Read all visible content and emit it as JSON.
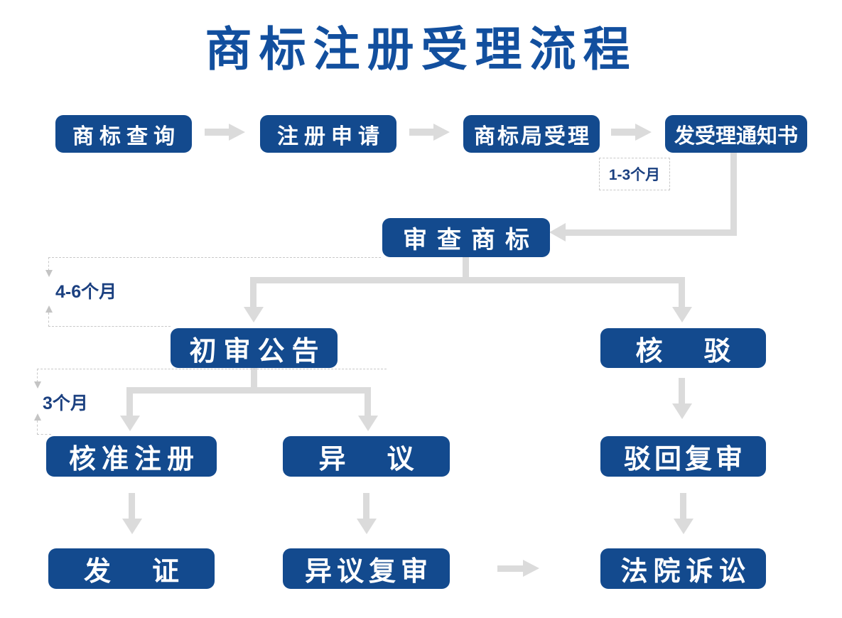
{
  "title": "商标注册受理流程",
  "nodes": {
    "trademark_search": "商标查询",
    "registration_application": "注册申请",
    "office_acceptance": "商标局受理",
    "acceptance_notice": "发受理通知书",
    "trademark_examination": "审查商标",
    "preliminary_publication": "初审公告",
    "rejection": "核驳",
    "approval_registration": "核准注册",
    "opposition": "异议",
    "rejection_review": "驳回复审",
    "certificate_issuance": "发证",
    "opposition_review": "异议复审",
    "court_litigation": "法院诉讼"
  },
  "durations": {
    "acceptance_period": "1-3个月",
    "examination_period": "4-6个月",
    "publication_period": "3个月"
  },
  "flow": [
    {
      "from": "商标查询",
      "to": "注册申请"
    },
    {
      "from": "注册申请",
      "to": "商标局受理"
    },
    {
      "from": "商标局受理",
      "to": "发受理通知书",
      "duration": "1-3个月"
    },
    {
      "from": "发受理通知书",
      "to": "审查商标"
    },
    {
      "from": "审查商标",
      "to": "初审公告",
      "duration": "4-6个月"
    },
    {
      "from": "审查商标",
      "to": "核驳"
    },
    {
      "from": "初审公告",
      "to": "核准注册",
      "duration": "3个月"
    },
    {
      "from": "初审公告",
      "to": "异议",
      "duration": "3个月"
    },
    {
      "from": "核准注册",
      "to": "发证"
    },
    {
      "from": "异议",
      "to": "异议复审"
    },
    {
      "from": "异议复审",
      "to": "法院诉讼"
    },
    {
      "from": "核驳",
      "to": "驳回复审"
    },
    {
      "from": "驳回复审",
      "to": "法院诉讼"
    }
  ],
  "colors": {
    "node_fill": "#134a8e",
    "node_text": "#ffffff",
    "title_text": "#124f9e",
    "duration_text": "#1b4080",
    "connector": "#dbdbdb",
    "dashed_guide": "#c8c8c8"
  }
}
